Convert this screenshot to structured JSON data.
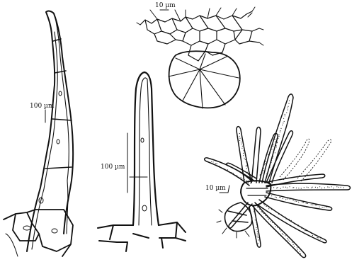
{
  "figure": {
    "scale_bars": {
      "hair_multicellular": "100 µm",
      "hair_unicellular": "100 µm",
      "gland": "10 µm",
      "stellate": "10 µm"
    }
  }
}
